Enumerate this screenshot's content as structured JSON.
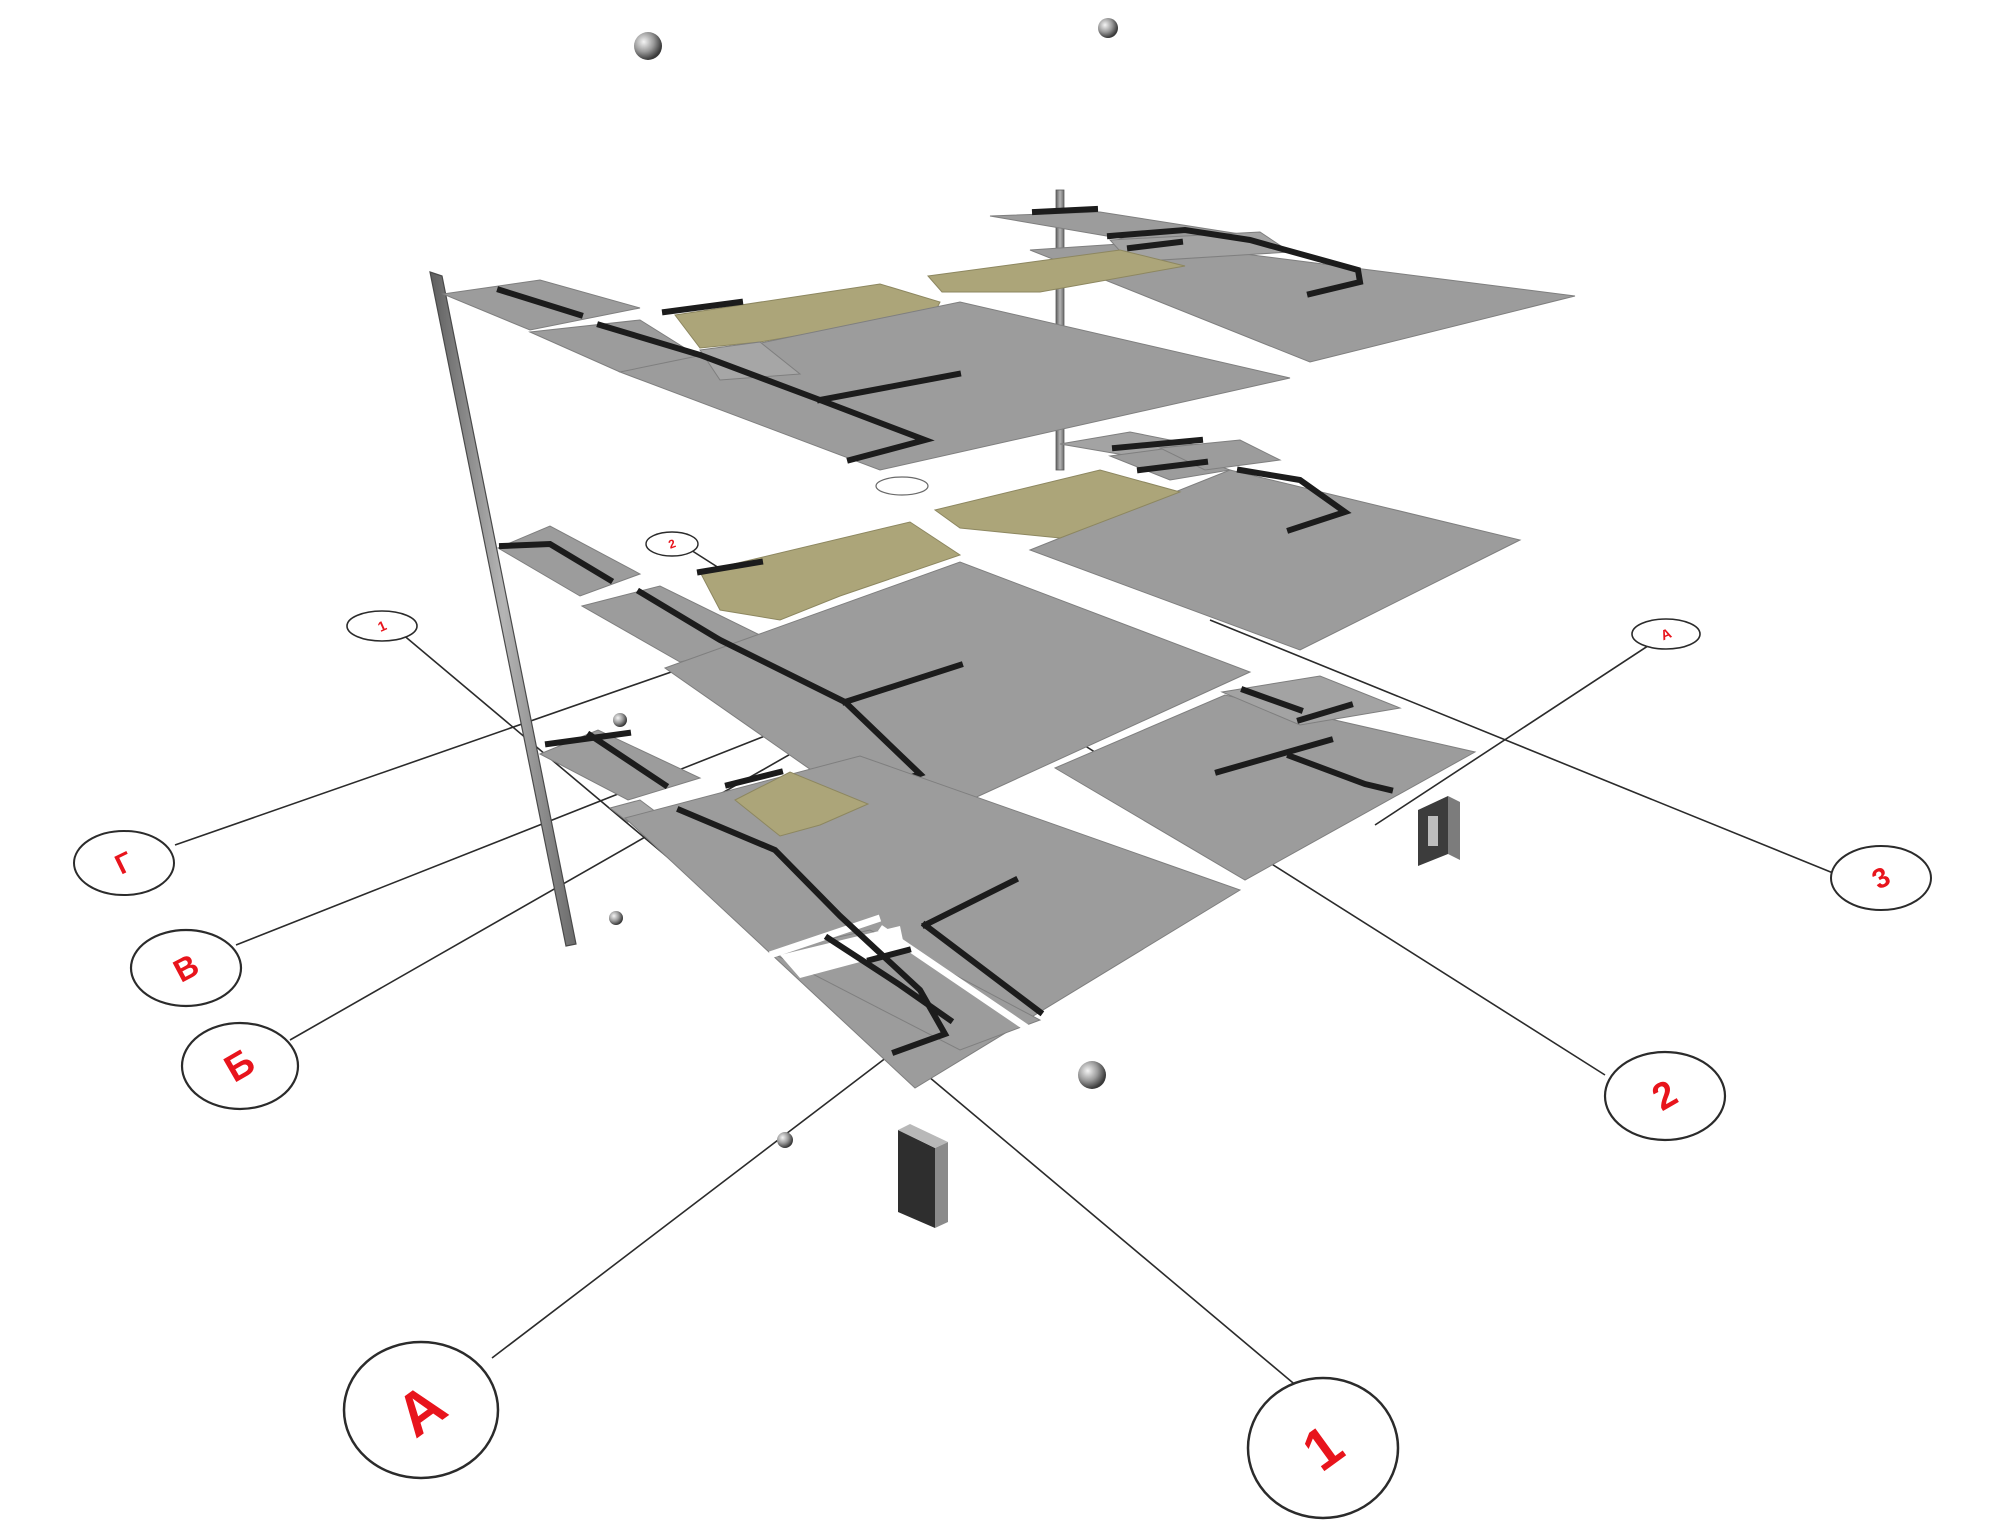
{
  "colors": {
    "slab": "#9c9c9c",
    "slab_edge": "#7a7a7a",
    "slab_light": "#a8a8a8",
    "accent_zone": "#aca579",
    "wall": "#1c1c1c",
    "column": "#7f7f7f",
    "leader_line": "#2b2b2b",
    "bubble_stroke": "#2b2b2b",
    "bubble_text": "#e8141c"
  },
  "axis_labels": {
    "letter_axes": [
      "А",
      "Б",
      "В",
      "Г"
    ],
    "number_axes": [
      "1",
      "2",
      "3"
    ],
    "small_top_left": "1",
    "small_top_right": "А",
    "small_mid_floor": "2"
  }
}
